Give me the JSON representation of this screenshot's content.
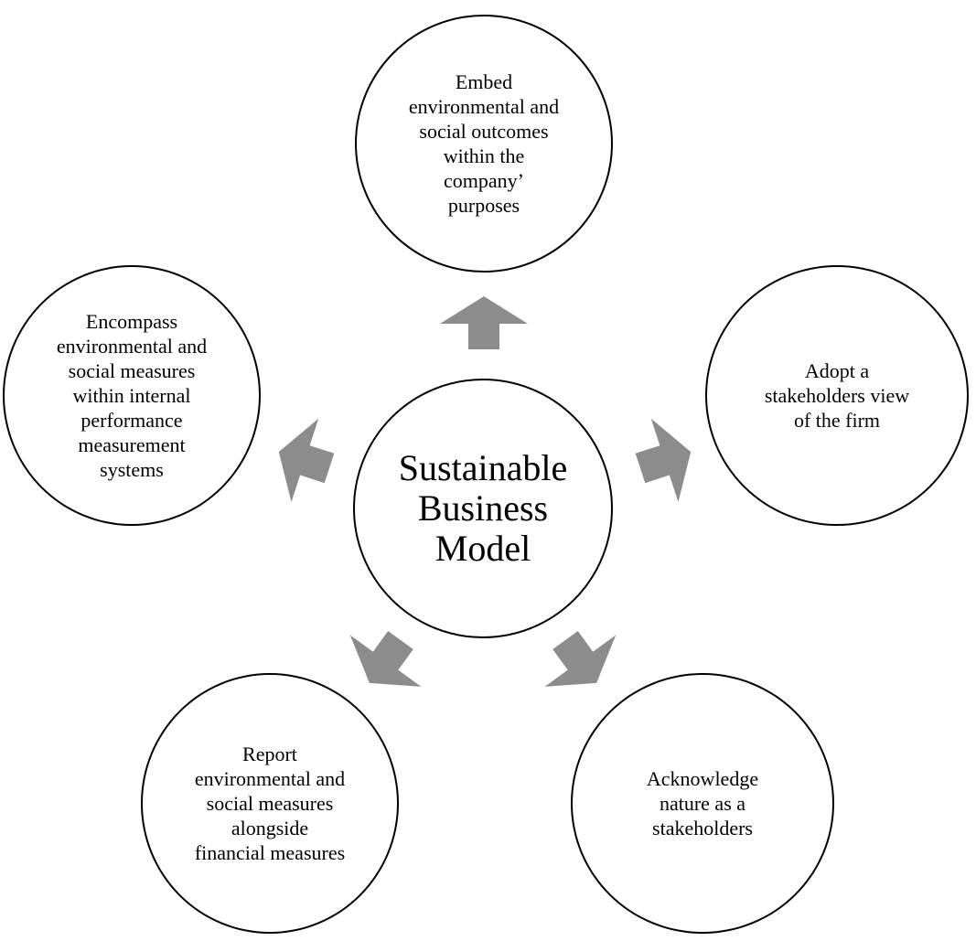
{
  "diagram": {
    "center": {
      "label": "Sustainable\nBusiness\nModel"
    },
    "nodes": {
      "top": "Embed\nenvironmental and\nsocial outcomes\nwithin the\ncompany’\npurposes",
      "left": "Encompass\nenvironmental and\nsocial measures\nwithin internal\nperformance\nmeasurement\nsystems",
      "right": "Adopt a\nstakeholders view\nof the firm",
      "bottom_left": "Report\nenvironmental and\nsocial measures\nalongside\nfinancial measures",
      "bottom_right": "Acknowledge\nnature as a\nstakeholders"
    },
    "colors": {
      "arrow": "#8c8c8c",
      "circle_border": "#000000",
      "background": "#ffffff"
    }
  }
}
